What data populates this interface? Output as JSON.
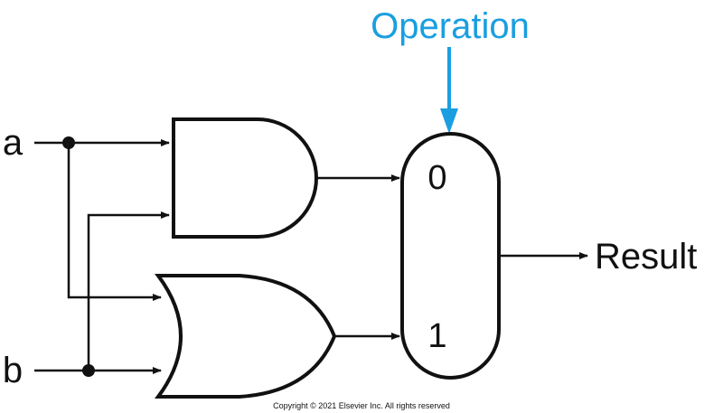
{
  "diagram": {
    "operation_label": "Operation",
    "input_a_label": "a",
    "input_b_label": "b",
    "output_label": "Result",
    "mux_input_0": "0",
    "mux_input_1": "1",
    "gates": [
      "and-gate",
      "or-gate"
    ],
    "copyright": "Copyright © 2021 Elsevier Inc. All rights reserved"
  },
  "colors": {
    "wire": "#111111",
    "operation_accent": "#1a9ee0",
    "background": "#ffffff"
  }
}
